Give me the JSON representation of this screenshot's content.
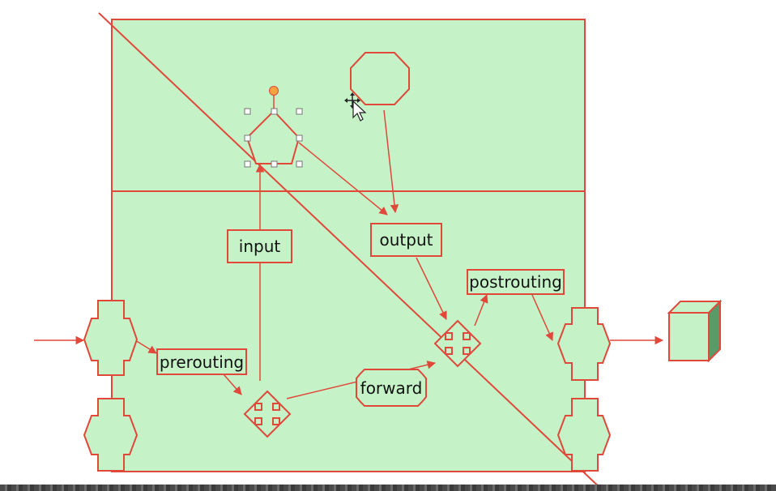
{
  "diagram": {
    "labels": {
      "input": "input",
      "output": "output",
      "prerouting": "prerouting",
      "forward": "forward",
      "postrouting": "postrouting"
    },
    "colors": {
      "background": "#ffffff",
      "box_fill": "#c6f2c8",
      "stroke": "#e0483a",
      "handle": "#f4a340",
      "cube_side": "#5a9a68"
    }
  }
}
